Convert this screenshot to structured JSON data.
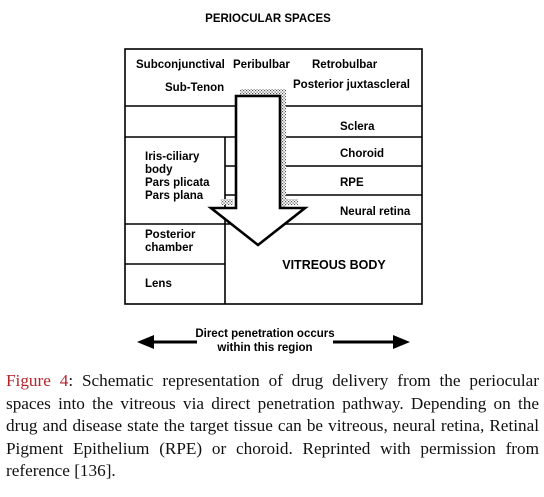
{
  "diagram": {
    "title": "PERIOCULAR SPACES",
    "top_labels": {
      "subconjunctival": "Subconjunctival",
      "peribulbar": "Peribulbar",
      "retrobulbar": "Retrobulbar",
      "sub_tenon": "Sub-Tenon",
      "posterior_juxtascleral": "Posterior juxtascleral"
    },
    "layers": {
      "sclera": "Sclera",
      "choroid": "Choroid",
      "rpe": "RPE",
      "neural_retina": "Neural retina"
    },
    "left_structures": {
      "iris_ciliary_body_line1": "Iris-ciliary",
      "iris_ciliary_body_line2": "body",
      "pars_plicata": "Pars plicata",
      "pars_plana": "Pars plana",
      "posterior_chamber_line1": "Posterior",
      "posterior_chamber_line2": "chamber",
      "lens": "Lens"
    },
    "vitreous": "VITREOUS BODY",
    "penetration_note_line1": "Direct penetration occurs",
    "penetration_note_line2": "within this region"
  },
  "caption": {
    "label": "Figure 4",
    "text": ": Schematic representation of drug delivery from the periocular spaces into the vitreous via direct penetration pathway. Depending on the drug and disease state the target tissue can be vitreous, neural retina, Retinal Pigment Epithelium (RPE) or choroid. Reprinted with permission from reference [136]."
  }
}
